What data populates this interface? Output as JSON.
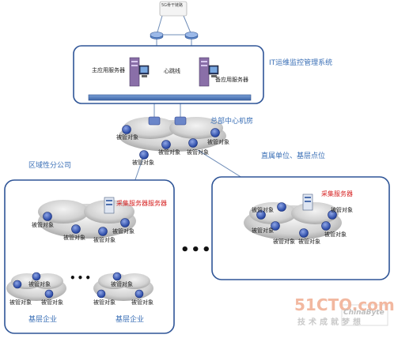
{
  "hq_network_label": "5G骨干链路",
  "it_system_label": "IT运维监控管理系统",
  "main_server": "主应用服务器",
  "backup_server": "备应用服务器",
  "heartbeat": "心跳线",
  "hq_center": "总部中心机房",
  "managed_object": "被管对象",
  "regional_branch": "区域性分公司",
  "direct_units": "直属单位、基层点位",
  "collector_server_regional": "采集服务器服务器",
  "collector_server_direct": "采集服务器",
  "grassroots_company": "基层企业",
  "ellipsis": "•••",
  "watermark": {
    "site": "51CTO.com",
    "brand": "ChinaByte",
    "slogan": "技术成就梦想"
  },
  "colors": {
    "frame": "#3a6fb6",
    "label_blue": "#3a6fb6",
    "label_red": "#d62020",
    "bus": "#4a78b8"
  }
}
